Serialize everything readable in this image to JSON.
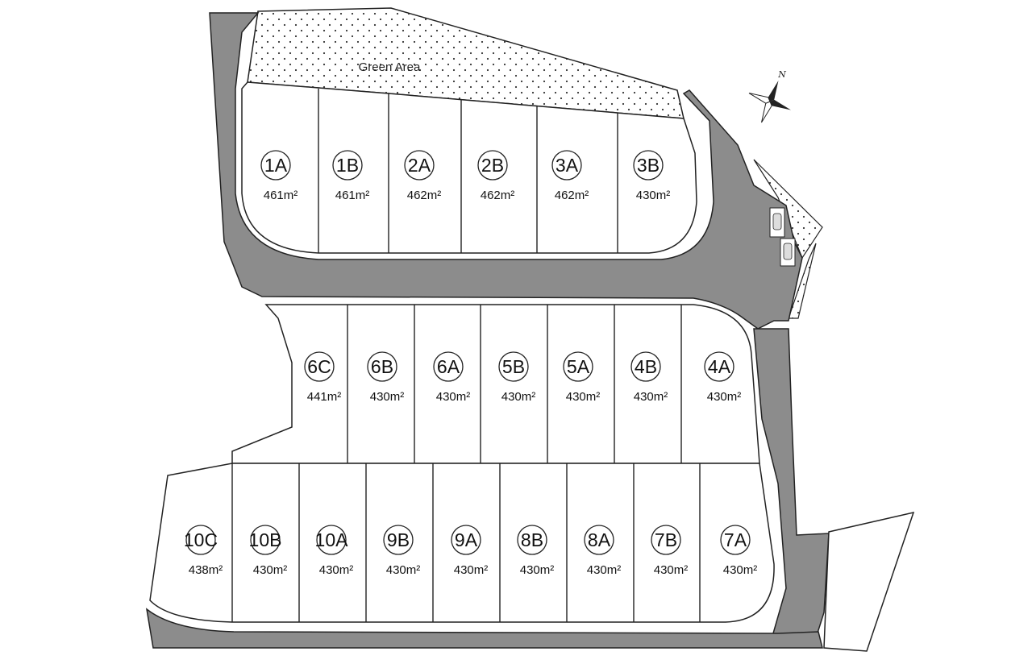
{
  "green_area_label": "Green Area",
  "north_label": "N",
  "colors": {
    "road": "#8c8c8c",
    "outline": "#222222",
    "lot_fill": "#ffffff",
    "dot": "#333333"
  },
  "lots": [
    {
      "id": "1A",
      "area": "461m²"
    },
    {
      "id": "1B",
      "area": "461m²"
    },
    {
      "id": "2A",
      "area": "462m²"
    },
    {
      "id": "2B",
      "area": "462m²"
    },
    {
      "id": "3A",
      "area": "462m²"
    },
    {
      "id": "3B",
      "area": "430m²"
    },
    {
      "id": "6C",
      "area": "441m²"
    },
    {
      "id": "6B",
      "area": "430m²"
    },
    {
      "id": "6A",
      "area": "430m²"
    },
    {
      "id": "5B",
      "area": "430m²"
    },
    {
      "id": "5A",
      "area": "430m²"
    },
    {
      "id": "4B",
      "area": "430m²"
    },
    {
      "id": "4A",
      "area": "430m²"
    },
    {
      "id": "10C",
      "area": "438m²"
    },
    {
      "id": "10B",
      "area": "430m²"
    },
    {
      "id": "10A",
      "area": "430m²"
    },
    {
      "id": "9B",
      "area": "430m²"
    },
    {
      "id": "9A",
      "area": "430m²"
    },
    {
      "id": "8B",
      "area": "430m²"
    },
    {
      "id": "8A",
      "area": "430m²"
    },
    {
      "id": "7B",
      "area": "430m²"
    },
    {
      "id": "7A",
      "area": "430m²"
    }
  ]
}
